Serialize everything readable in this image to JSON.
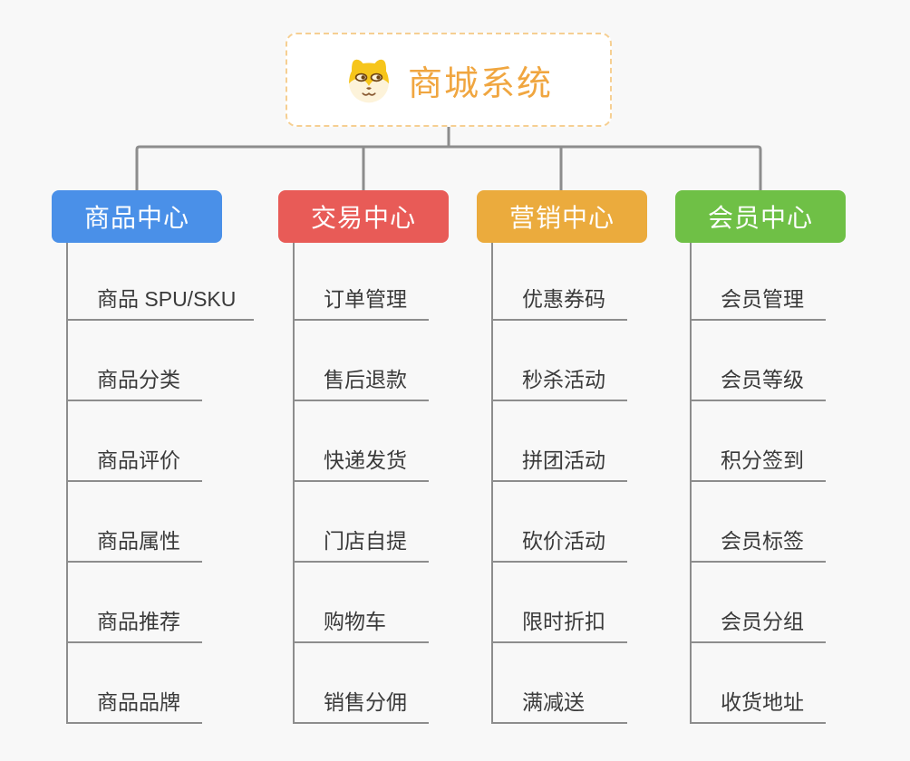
{
  "root": {
    "title": "商城系统",
    "icon": "shiba-dog-icon",
    "title_color": "#f0a640",
    "border_color": "#f6cf92"
  },
  "palette": {
    "connector_line": "#8d8d8d",
    "background": "#f8f8f8"
  },
  "branches": [
    {
      "label": "商品中心",
      "color": "#4a90e8",
      "items": [
        "商品 SPU/SKU",
        "商品分类",
        "商品评价",
        "商品属性",
        "商品推荐",
        "商品品牌"
      ]
    },
    {
      "label": "交易中心",
      "color": "#e85b57",
      "items": [
        "订单管理",
        "售后退款",
        "快递发货",
        "门店自提",
        "购物车",
        "销售分佣"
      ]
    },
    {
      "label": "营销中心",
      "color": "#ebab3d",
      "items": [
        "优惠券码",
        "秒杀活动",
        "拼团活动",
        "砍价活动",
        "限时折扣",
        "满减送"
      ]
    },
    {
      "label": "会员中心",
      "color": "#6fc046",
      "items": [
        "会员管理",
        "会员等级",
        "积分签到",
        "会员标签",
        "会员分组",
        "收货地址"
      ]
    }
  ]
}
